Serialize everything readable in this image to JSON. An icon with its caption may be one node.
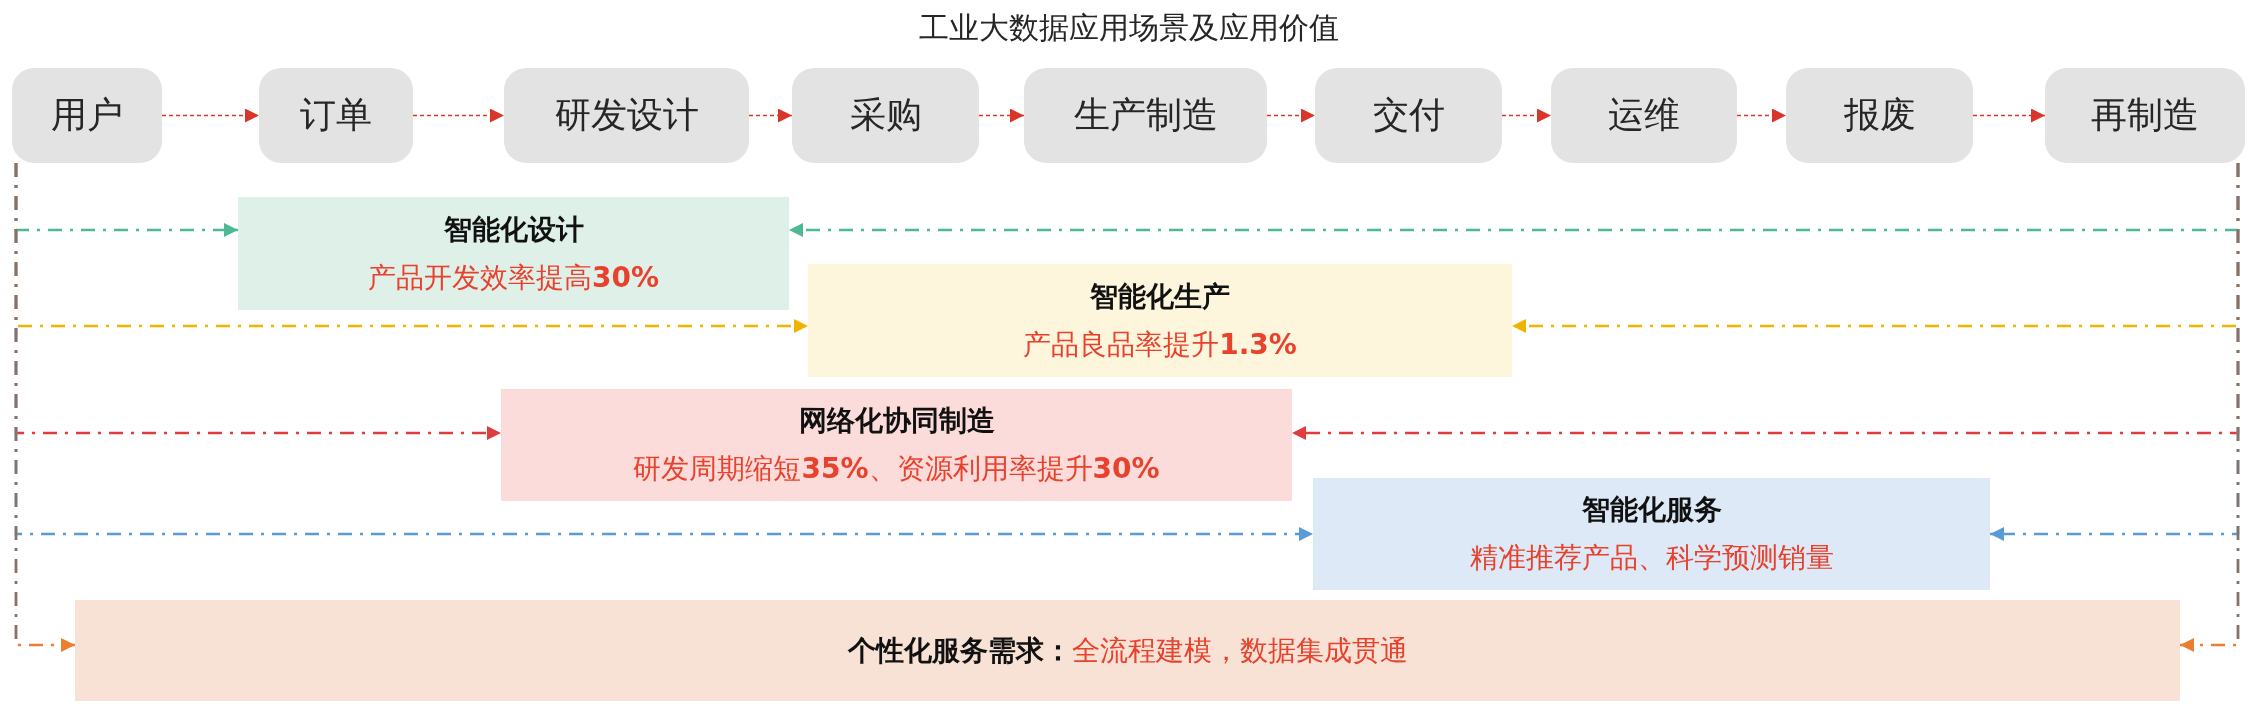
{
  "diagram": {
    "title": "工业大数据应用场景及应用价值",
    "nodes": [
      {
        "text": [
          "用户"
        ]
      },
      {
        "text": [
          "订单"
        ]
      },
      {
        "text": [
          "研发设计"
        ]
      },
      {
        "text": [
          "采购"
        ]
      },
      {
        "text": [
          "生产制造"
        ]
      },
      {
        "text": [
          "交付"
        ]
      },
      {
        "text": [
          "运维"
        ]
      },
      {
        "text": [
          "报废"
        ]
      },
      {
        "text": [
          "再制造"
        ]
      },
      {
        "text": [
          "智能化设计",
          "产品开发效率提高**30%**"
        ]
      },
      {
        "text": [
          "智能化生产",
          "产品良品率提升**1.3%**"
        ]
      },
      {
        "text": [
          "网络化协同制造",
          "研发周期缩短**35%**、资源利用率提升**30%**"
        ]
      },
      {
        "text": [
          "智能化服务",
          "精准推荐产品、科学预测销量"
        ]
      },
      {
        "text": [
          "个性化服务需求：",
          "全流程建模，数据集成贯通"
        ]
      }
    ],
    "edges": [
      {
        "from": 0,
        "to": 1,
        "arrow": "to",
        "style": "dashed",
        "color": "#d9352b"
      },
      {
        "from": 1,
        "to": 2,
        "arrow": "to",
        "style": "dashed",
        "color": "#d9352b"
      },
      {
        "from": 2,
        "to": 3,
        "arrow": "to",
        "style": "dashed",
        "color": "#d9352b"
      },
      {
        "from": 3,
        "to": 4,
        "arrow": "to",
        "style": "dashed",
        "color": "#d9352b"
      },
      {
        "from": 4,
        "to": 5,
        "arrow": "to",
        "style": "dashed",
        "color": "#d9352b"
      },
      {
        "from": 5,
        "to": 6,
        "arrow": "to",
        "style": "dashed",
        "color": "#d9352b"
      },
      {
        "from": 6,
        "to": 7,
        "arrow": "to",
        "style": "dashed",
        "color": "#d9352b"
      },
      {
        "from": 7,
        "to": 8,
        "arrow": "to",
        "style": "dashed",
        "color": "#d9352b"
      },
      {
        "from": 0,
        "to": 9,
        "arrow": "to",
        "style": "dashed",
        "color": "#4cb894"
      },
      {
        "from": 8,
        "to": 9,
        "arrow": "to",
        "style": "dashed",
        "color": "#4cb894"
      },
      {
        "from": 0,
        "to": 10,
        "arrow": "to",
        "style": "dashed",
        "color": "#f0b400"
      },
      {
        "from": 8,
        "to": 10,
        "arrow": "to",
        "style": "dashed",
        "color": "#f0b400"
      },
      {
        "from": 0,
        "to": 11,
        "arrow": "to",
        "style": "dashed",
        "color": "#e03c3c"
      },
      {
        "from": 8,
        "to": 11,
        "arrow": "to",
        "style": "dashed",
        "color": "#e03c3c"
      },
      {
        "from": 0,
        "to": 12,
        "arrow": "to",
        "style": "dashed",
        "color": "#5b9bd5"
      },
      {
        "from": 8,
        "to": 12,
        "arrow": "to",
        "style": "dashed",
        "color": "#5b9bd5"
      },
      {
        "from": 0,
        "to": 13,
        "arrow": "to",
        "style": "dashed",
        "color": "#ed7d31"
      },
      {
        "from": 8,
        "to": 13,
        "arrow": "to",
        "style": "dashed",
        "color": "#ed7d31"
      }
    ]
  }
}
